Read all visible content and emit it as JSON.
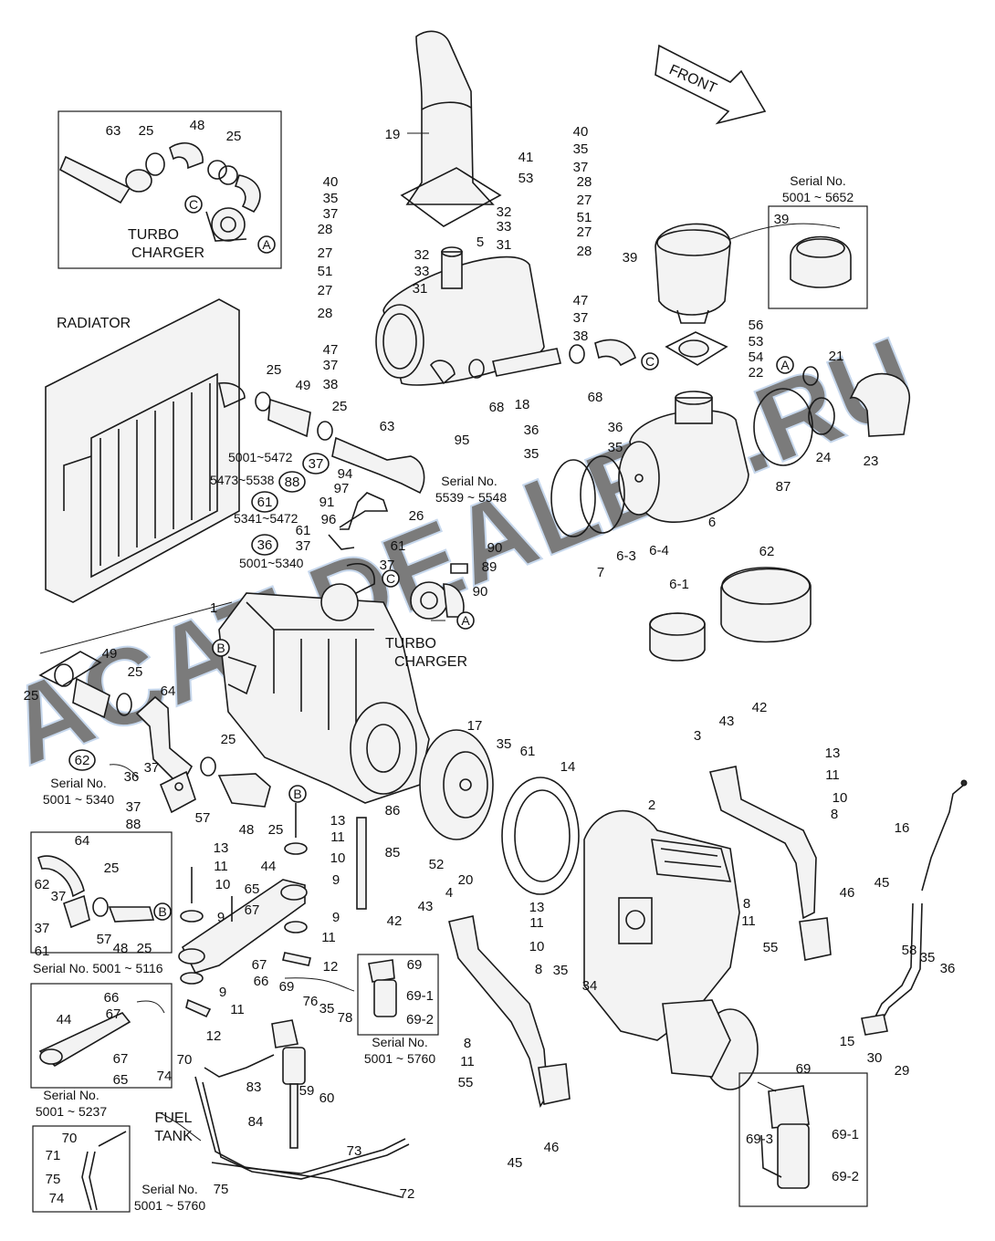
{
  "front_label": "FRONT",
  "watermark": "ACAT-DEALER.RU",
  "captions": {
    "radiator": "RADIATOR",
    "turbo_a1": "TURBO",
    "turbo_a2": "CHARGER",
    "turbo_b1": "TURBO",
    "turbo_b2": "CHARGER",
    "fuel_tank1": "FUEL",
    "fuel_tank2": "TANK"
  },
  "serials": {
    "s39_title": "Serial No.",
    "s39_range": "5001 ~ 5652",
    "s95_title": "Serial No.",
    "s95_range": "5539 ~ 5548",
    "r37": "5001~5472",
    "r88": "5473~5538",
    "r61": "5341~5472",
    "r36": "5001~5340",
    "s62_title": "Serial No.",
    "s62_range": "5001 ~ 5340",
    "s5116": "Serial No. 5001 ~ 5116",
    "s69_title": "Serial No.",
    "s69_range": "5001 ~ 5760",
    "s5237_title": "Serial No.",
    "s5237_range": "5001 ~ 5237",
    "s5760_title": "Serial No.",
    "s5760_range": "5001 ~ 5760"
  },
  "circled": {
    "c37": "37",
    "c88": "88",
    "c61": "61",
    "c36": "36",
    "c62": "62"
  },
  "lettered": {
    "A1": "A",
    "C1": "C",
    "A2": "A",
    "C2": "C",
    "A3": "A",
    "B1": "B",
    "B2": "B",
    "B3": "B",
    "C3": "C"
  },
  "labels": {
    "p63a": "63",
    "p25a": "25",
    "p48a": "48",
    "p25b": "25",
    "p19": "19",
    "p41": "41",
    "p53a": "53",
    "p40a": "40",
    "p35a": "35",
    "p37a": "37",
    "p28a": "28",
    "p27a": "27",
    "p51a": "51",
    "p27b": "27",
    "p28b": "28",
    "p32a": "32",
    "p33a": "33",
    "p31a": "31",
    "p40b": "40",
    "p35b": "35",
    "p37b": "37",
    "p28c": "28",
    "p27c": "27",
    "p51b": "51",
    "p27d": "27",
    "p28d": "28",
    "p32b": "32",
    "p33b": "33",
    "p31b": "31",
    "p5": "5",
    "p47a": "47",
    "p37c": "37",
    "p38a": "38",
    "p47b": "47",
    "p37d": "37",
    "p38b": "38",
    "p68a": "68",
    "p18": "18",
    "p68b": "68",
    "p39a": "39",
    "p39b": "39",
    "p56": "56",
    "p53b": "53",
    "p54": "54",
    "p22": "22",
    "p21": "21",
    "p24": "24",
    "p23": "23",
    "p87": "87",
    "p36a": "36",
    "p35c": "35",
    "p36b": "36",
    "p35d": "35",
    "p6": "6",
    "p63": "6-3",
    "p64": "6-4",
    "p7": "7",
    "p62": "62",
    "p61": "6-1",
    "p25c": "25",
    "p49a": "49",
    "p25d": "25",
    "p63b": "63",
    "p95": "95",
    "p94": "94",
    "p97": "97",
    "p91": "91",
    "p96": "96",
    "p26": "26",
    "p61a": "61",
    "p37e": "37",
    "p61b": "61",
    "p37f": "37",
    "p90a": "90",
    "p89": "89",
    "p90b": "90",
    "p1": "1",
    "p25e": "25",
    "p49b": "49",
    "p25f": "25",
    "p64b": "64",
    "p36c": "36",
    "p37g": "37",
    "p37h": "37",
    "p88": "88",
    "p57": "57",
    "p25g": "25",
    "p48b": "48",
    "p25h": "25",
    "p13a": "13",
    "p11a": "11",
    "p10a": "10",
    "p9a": "9",
    "p86": "86",
    "p85": "85",
    "p17": "17",
    "p35e": "35",
    "p61c": "61",
    "p14": "14",
    "p52": "52",
    "p20": "20",
    "p2": "2",
    "p3": "3",
    "p43a": "43",
    "p42a": "42",
    "p13b": "13",
    "p11b": "11",
    "p10b": "10",
    "p8a": "8",
    "p16": "16",
    "p64c": "64",
    "p25i": "25",
    "p37i": "37",
    "p37j": "37",
    "p61d": "61",
    "p57b": "57",
    "p48c": "48",
    "p25j": "25",
    "p13c": "13",
    "p11c": "11",
    "p10c": "10",
    "p9b": "9",
    "p65a": "65",
    "p67a": "67",
    "p44a": "44",
    "p9c": "9",
    "p11d": "11",
    "p9d": "9",
    "p67b": "67",
    "p66a": "66",
    "p12a": "12",
    "p11e": "11",
    "p12b": "12",
    "p66b": "66",
    "p67c": "67",
    "p44b": "44",
    "p67d": "67",
    "p65b": "65",
    "p69a": "69",
    "p76": "76",
    "p35f": "35",
    "p78": "78",
    "p69b": "69",
    "p691a": "69-1",
    "p692a": "69-2",
    "p70a": "70",
    "p74a": "74",
    "p83": "83",
    "p59": "59",
    "p60": "60",
    "p84": "84",
    "p73": "73",
    "p72": "72",
    "p75a": "75",
    "p70b": "70",
    "p71": "71",
    "p75b": "75",
    "p74b": "74",
    "p4": "4",
    "p43b": "43",
    "p42b": "42",
    "p13d": "13",
    "p11f": "11",
    "p10d": "10",
    "p8b": "8",
    "p35g": "35",
    "p34": "34",
    "p8c": "8",
    "p11g": "11",
    "p55a": "55",
    "p45a": "45",
    "p46a": "46",
    "p8d": "8",
    "p11h": "11",
    "p55b": "55",
    "p46b": "46",
    "p45b": "45",
    "p58": "58",
    "p35h": "35",
    "p36d": "36",
    "p15": "15",
    "p30": "30",
    "p29": "29",
    "p69c": "69",
    "p693": "69-3",
    "p691b": "69-1",
    "p692b": "69-2"
  }
}
